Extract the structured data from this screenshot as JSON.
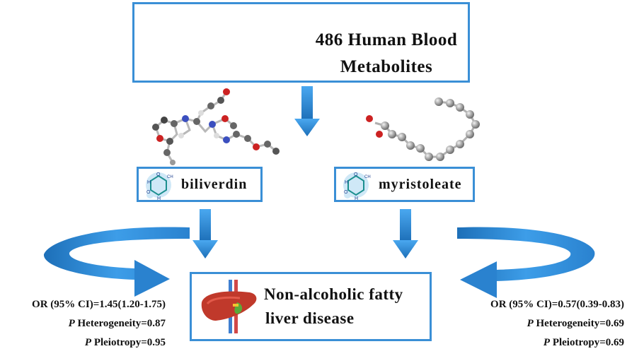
{
  "top": {
    "line1": "486 Human Blood",
    "line2": "Metabolites"
  },
  "exposures": [
    {
      "label": "biliverdin"
    },
    {
      "label": "myristoleate"
    }
  ],
  "outcome": {
    "line1": "Non-alcoholic fatty",
    "line2": "liver disease"
  },
  "left_stats": {
    "or": "OR (95% CI)=1.45(1.20-1.75)",
    "p_prefix": "P",
    "heterogeneity": " Heterogeneity=0.87",
    "pleiotropy": " Pleiotropy=0.95"
  },
  "right_stats": {
    "or": "OR (95% CI)=0.57(0.39-0.83)",
    "p_prefix": "P",
    "heterogeneity": " Heterogeneity=0.69",
    "pleiotropy": " Pleiotropy=0.69"
  },
  "colors": {
    "box_border": "#3a8fd6",
    "arrow": "#2f8fe0",
    "arrow_dark": "#1d6fb8",
    "blood": "#b3121b"
  },
  "icons": [
    "blood-vessel-illustration",
    "biliverdin-molecule",
    "myristoleate-molecule",
    "pyrimidine-icon",
    "liver-icon"
  ]
}
